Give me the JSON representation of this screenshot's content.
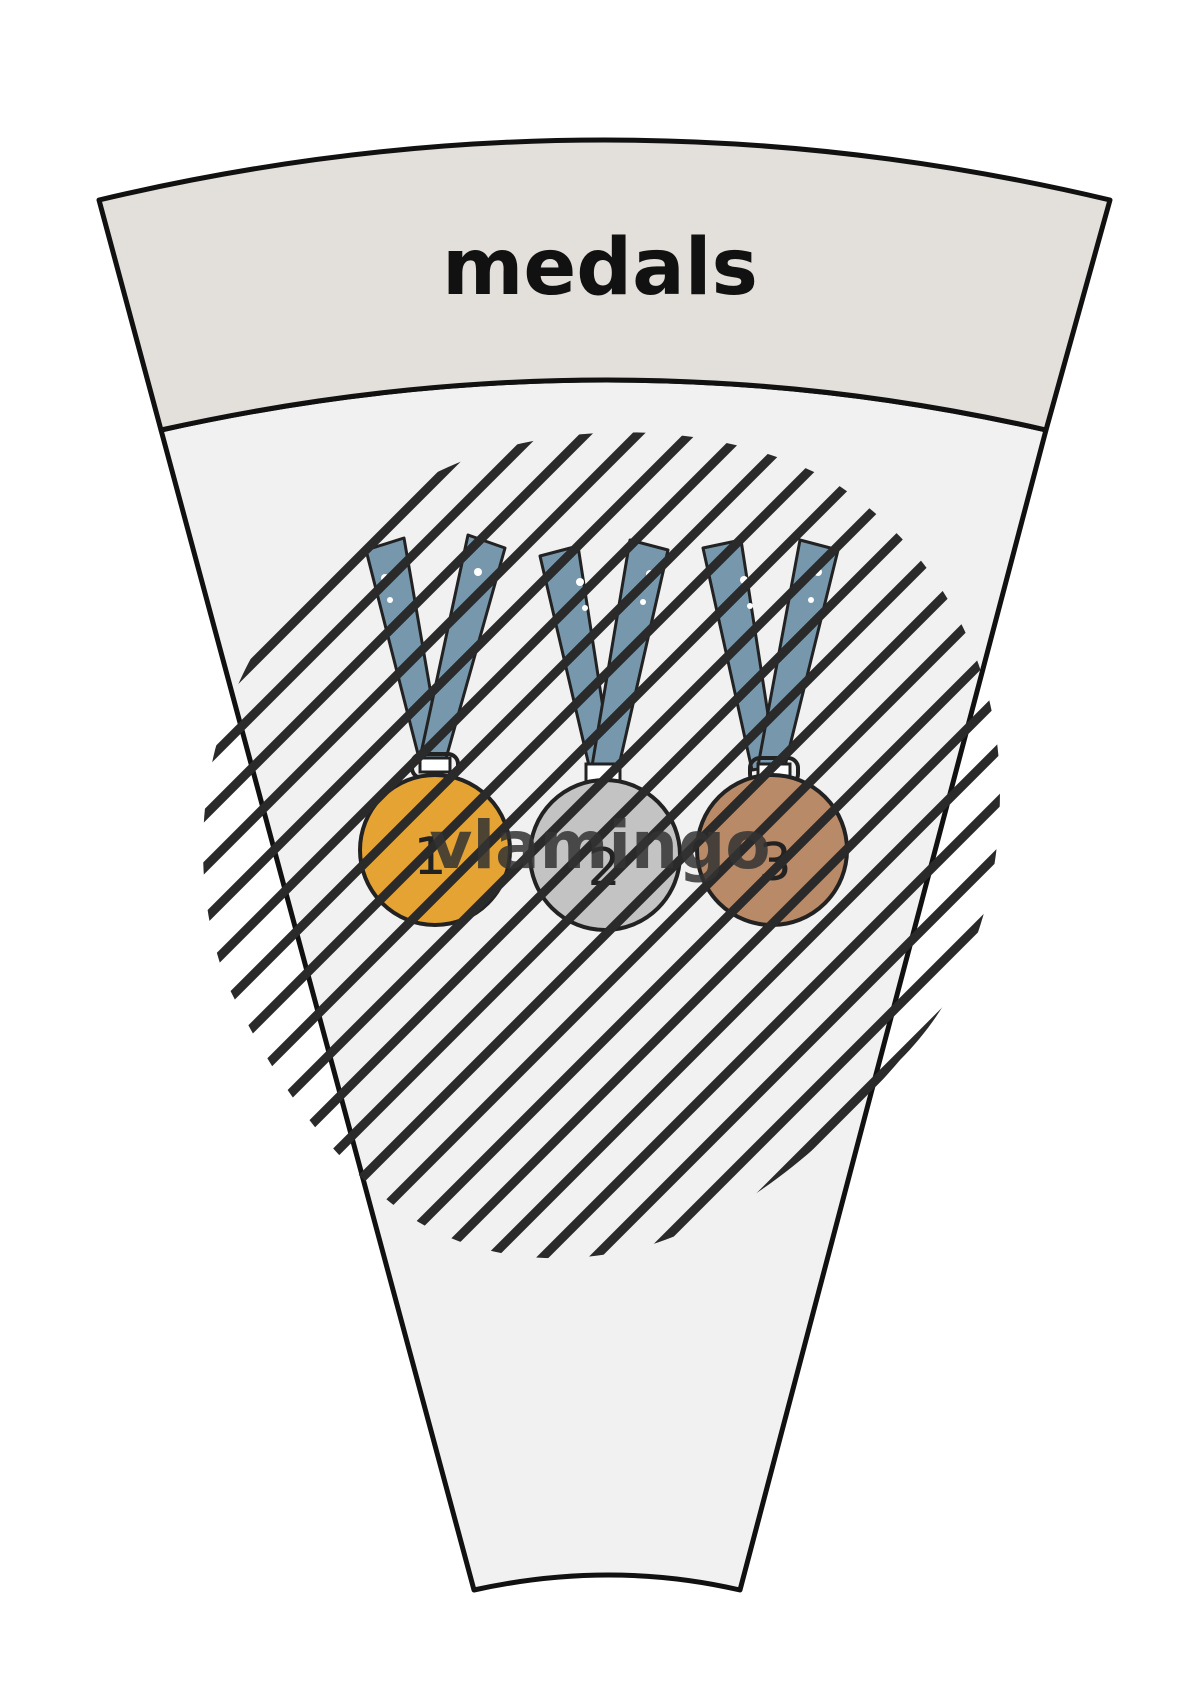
{
  "card": {
    "title": "medals",
    "header_color": "#e3dfda",
    "body_color": "#f1f1f1",
    "outline_color": "#111111"
  },
  "medals": [
    {
      "name": "gold-medal",
      "number": "1",
      "color": "#e5a334"
    },
    {
      "name": "silver-medal",
      "number": "2",
      "color": "#c3c3c3"
    },
    {
      "name": "bronze-medal",
      "number": "3",
      "color": "#b88a68"
    }
  ],
  "ribbon_color": "#7798ac",
  "watermark": {
    "text": "vlamingo",
    "color": "#333333"
  }
}
